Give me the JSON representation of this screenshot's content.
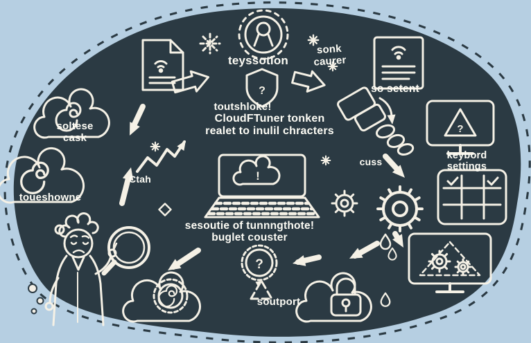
{
  "colors": {
    "background": "#b6cfe2",
    "blob": "#2b3a43",
    "line": "#f5f1e6",
    "text": "#fdfcf5"
  },
  "labels": {
    "badge_caption": "teyssotion",
    "note_line1": "sonk",
    "note_line2": "caurer",
    "document_caption": "so setent",
    "shield_caption": "toutshloke!",
    "headline_line1": "CloudFTuner tonken",
    "headline_line2": "realet to inulil chracters",
    "cloud_top_line1": "soltese",
    "cloud_top_line2": "cask",
    "cloud_bottom_caption": "toueshowne",
    "chart_caption": "Ctah",
    "gear_caption": "cuss",
    "monitor_caption_line1": "keybord",
    "monitor_caption_line2": "settings",
    "laptop_caption_line1": "sesoutie of tunnngthote!",
    "laptop_caption_line2": "buglet couster",
    "bottom_caption": "soutport"
  },
  "glyphs": {
    "question": "?",
    "exclamation": "!"
  },
  "icons": [
    "document-wifi-icon",
    "award-badge-icon",
    "sparkle-icon",
    "document-lines-icon",
    "shield-question-icon",
    "cards-coins-icon",
    "monitor-warning-icon",
    "calculator-icon",
    "laptop-warning-icon",
    "zigzag-chart-icon",
    "gear-icon",
    "big-gear-icon",
    "monitor-gears-icon",
    "droplet-icon",
    "padlock-cloud-icon",
    "badge-cloud-icon",
    "recycle-icon",
    "question-rosette-icon",
    "cloud-spiral-icon",
    "person-icon",
    "magnifier-icon",
    "arrow-icon"
  ]
}
